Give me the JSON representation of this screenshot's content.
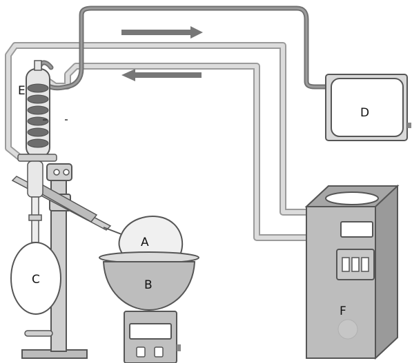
{
  "labels": {
    "A": "A",
    "B": "B",
    "C": "C",
    "D": "D",
    "E": "E",
    "F": "F"
  },
  "arrows": [
    {
      "name": "flow-arrow-right",
      "direction": "right"
    },
    {
      "name": "flow-arrow-left",
      "direction": "left"
    }
  ],
  "colors": {
    "tube_dark": "#8a8a8a",
    "tube_light": "#d4d4d4",
    "arrow": "#777777",
    "outline": "#555555",
    "fill_gray": "#bdbdbd",
    "fill_light": "#e2e2e2",
    "coil": "#6d6d6d"
  },
  "icons": {
    "rotary-evaporator": "apparatus",
    "condenser": "coil",
    "chiller": "box",
    "vacuum-pump": "cabinet"
  }
}
